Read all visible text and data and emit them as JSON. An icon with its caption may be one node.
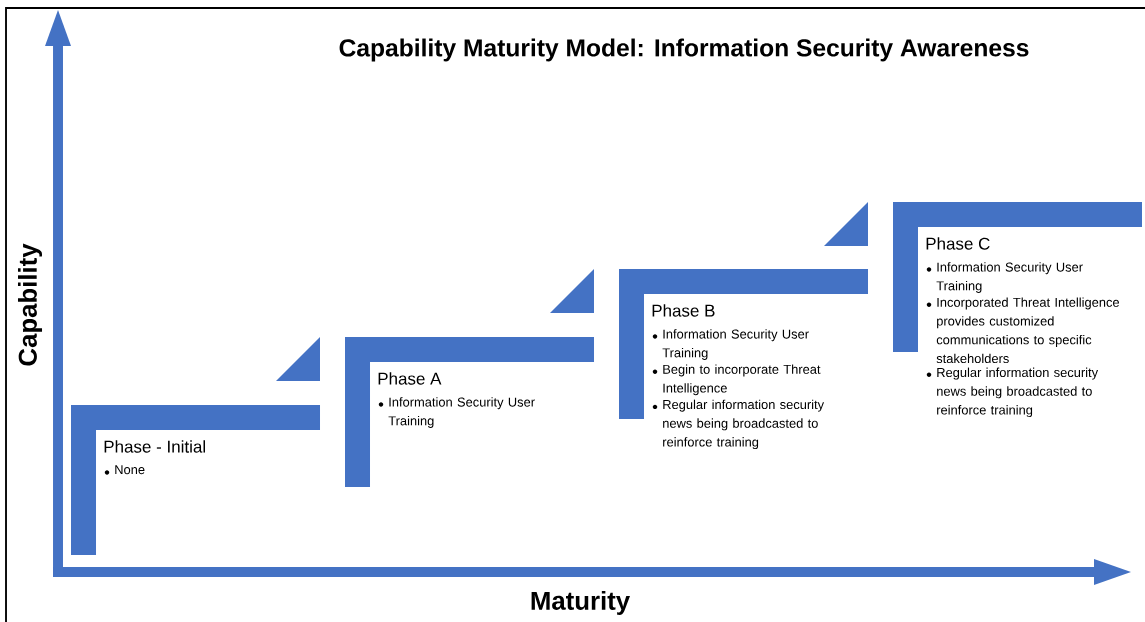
{
  "diagram": {
    "title": "Capability Maturity Model: Information Security Awareness",
    "nodes": [
      {
        "text": [
          "Phase - Initial",
          "None"
        ]
      },
      {
        "text": [
          "Phase A",
          "Information Security User Training"
        ]
      },
      {
        "text": [
          "Phase B",
          "Information Security User Training",
          "Begin to incorporate Threat Intelligence",
          "Regular information security news being broadcasted to reinforce training"
        ]
      },
      {
        "text": [
          "Phase C",
          "Information Security User Training",
          "Incorporated Threat Intelligence provides customized communications to specific stakeholders",
          "Regular information security news being broadcasted to reinforce training"
        ]
      }
    ],
    "labels": [
      "Capability",
      "Maturity"
    ]
  }
}
